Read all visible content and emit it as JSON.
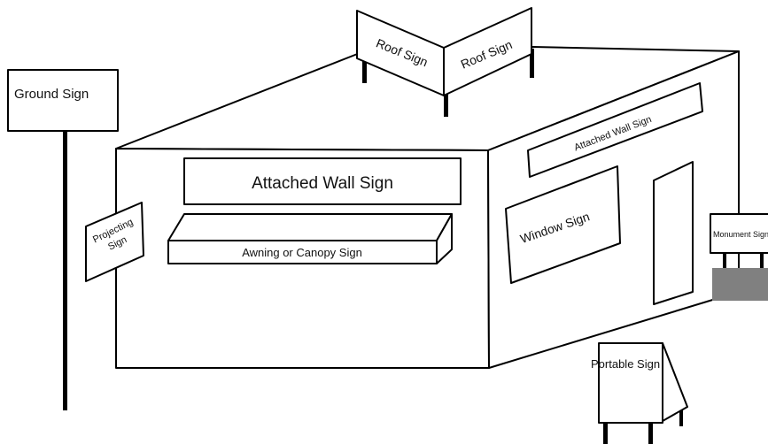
{
  "labels": {
    "ground_sign": "Ground Sign",
    "roof_sign_left": "Roof Sign",
    "roof_sign_right": "Roof Sign",
    "attached_wall_sign_front": "Attached Wall Sign",
    "attached_wall_sign_side": "Attached Wall Sign",
    "awning_sign": "Awning or Canopy Sign",
    "projecting_sign_line1": "Projecting",
    "projecting_sign_line2": "Sign",
    "window_sign": "Window Sign",
    "monument_sign": "Monument Sign",
    "portable_sign": "Portable Sign"
  },
  "colors": {
    "line": "#000000",
    "background": "#ffffff",
    "monument_base": "#808080"
  }
}
